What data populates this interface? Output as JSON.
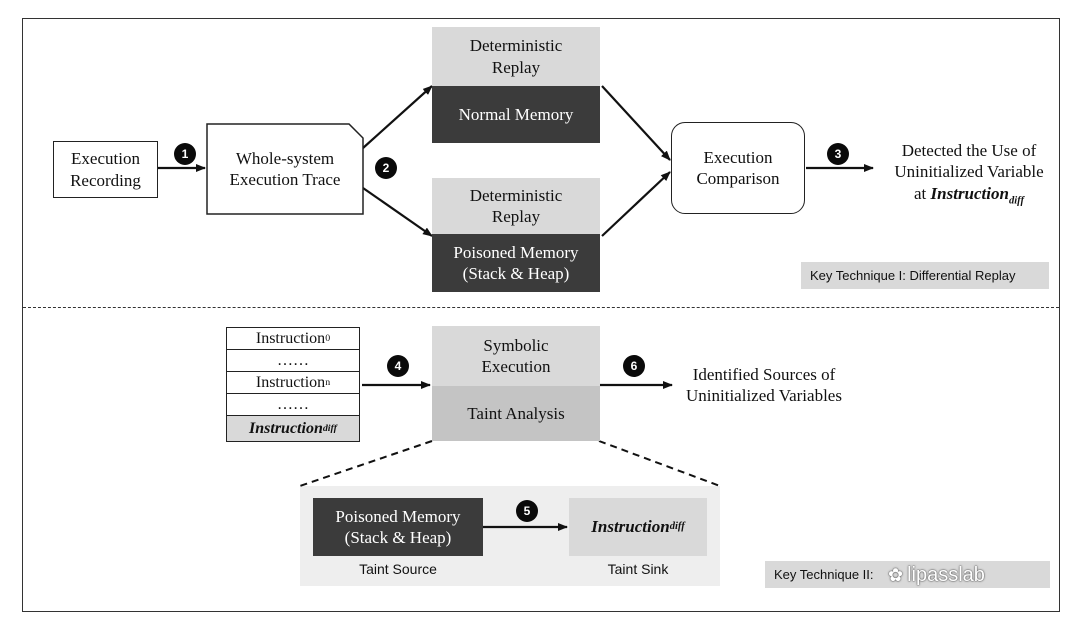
{
  "top": {
    "recording": [
      "Execution",
      "Recording"
    ],
    "trace": [
      "Whole-system",
      "Execution Trace"
    ],
    "replay1_header": [
      "Deterministic",
      "Replay"
    ],
    "replay1_body": "Normal Memory",
    "replay2_header": [
      "Deterministic",
      "Replay"
    ],
    "replay2_body": [
      "Poisoned Memory",
      "(Stack & Heap)"
    ],
    "comparison": [
      "Execution",
      "Comparison"
    ],
    "result_line1": "Detected the Use of",
    "result_line2": "Uninitialized Variable",
    "result_prefix": "at ",
    "result_italic": "Instruction",
    "result_sub": "diff",
    "caption": "Key Technique I: Differential Replay"
  },
  "bottom": {
    "instr_rows": [
      {
        "text": "Instruction",
        "sub": "0"
      },
      {
        "text": "……",
        "sub": ""
      },
      {
        "text": "Instruction",
        "sub": "n"
      },
      {
        "text": "……",
        "sub": ""
      }
    ],
    "instr_last": {
      "text": "Instruction",
      "sub": "diff"
    },
    "symbolic": [
      "Symbolic",
      "Execution"
    ],
    "taint_analysis": "Taint Analysis",
    "identified": [
      "Identified Sources of",
      "Uninitialized Variables"
    ],
    "detail": {
      "source_box": [
        "Poisoned Memory",
        "(Stack & Heap)"
      ],
      "source_label": "Taint Source",
      "sink_text": "Instruction",
      "sink_sub": "diff",
      "sink_label": "Taint Sink"
    },
    "caption": "Key Technique II:",
    "watermark": "lipasslab"
  },
  "steps": [
    "1",
    "2",
    "3",
    "4",
    "5",
    "6"
  ],
  "colors": {
    "light_gray": "#d9d9d9",
    "dark_gray": "#3b3b3b",
    "panel_gray": "#eeeeee"
  }
}
